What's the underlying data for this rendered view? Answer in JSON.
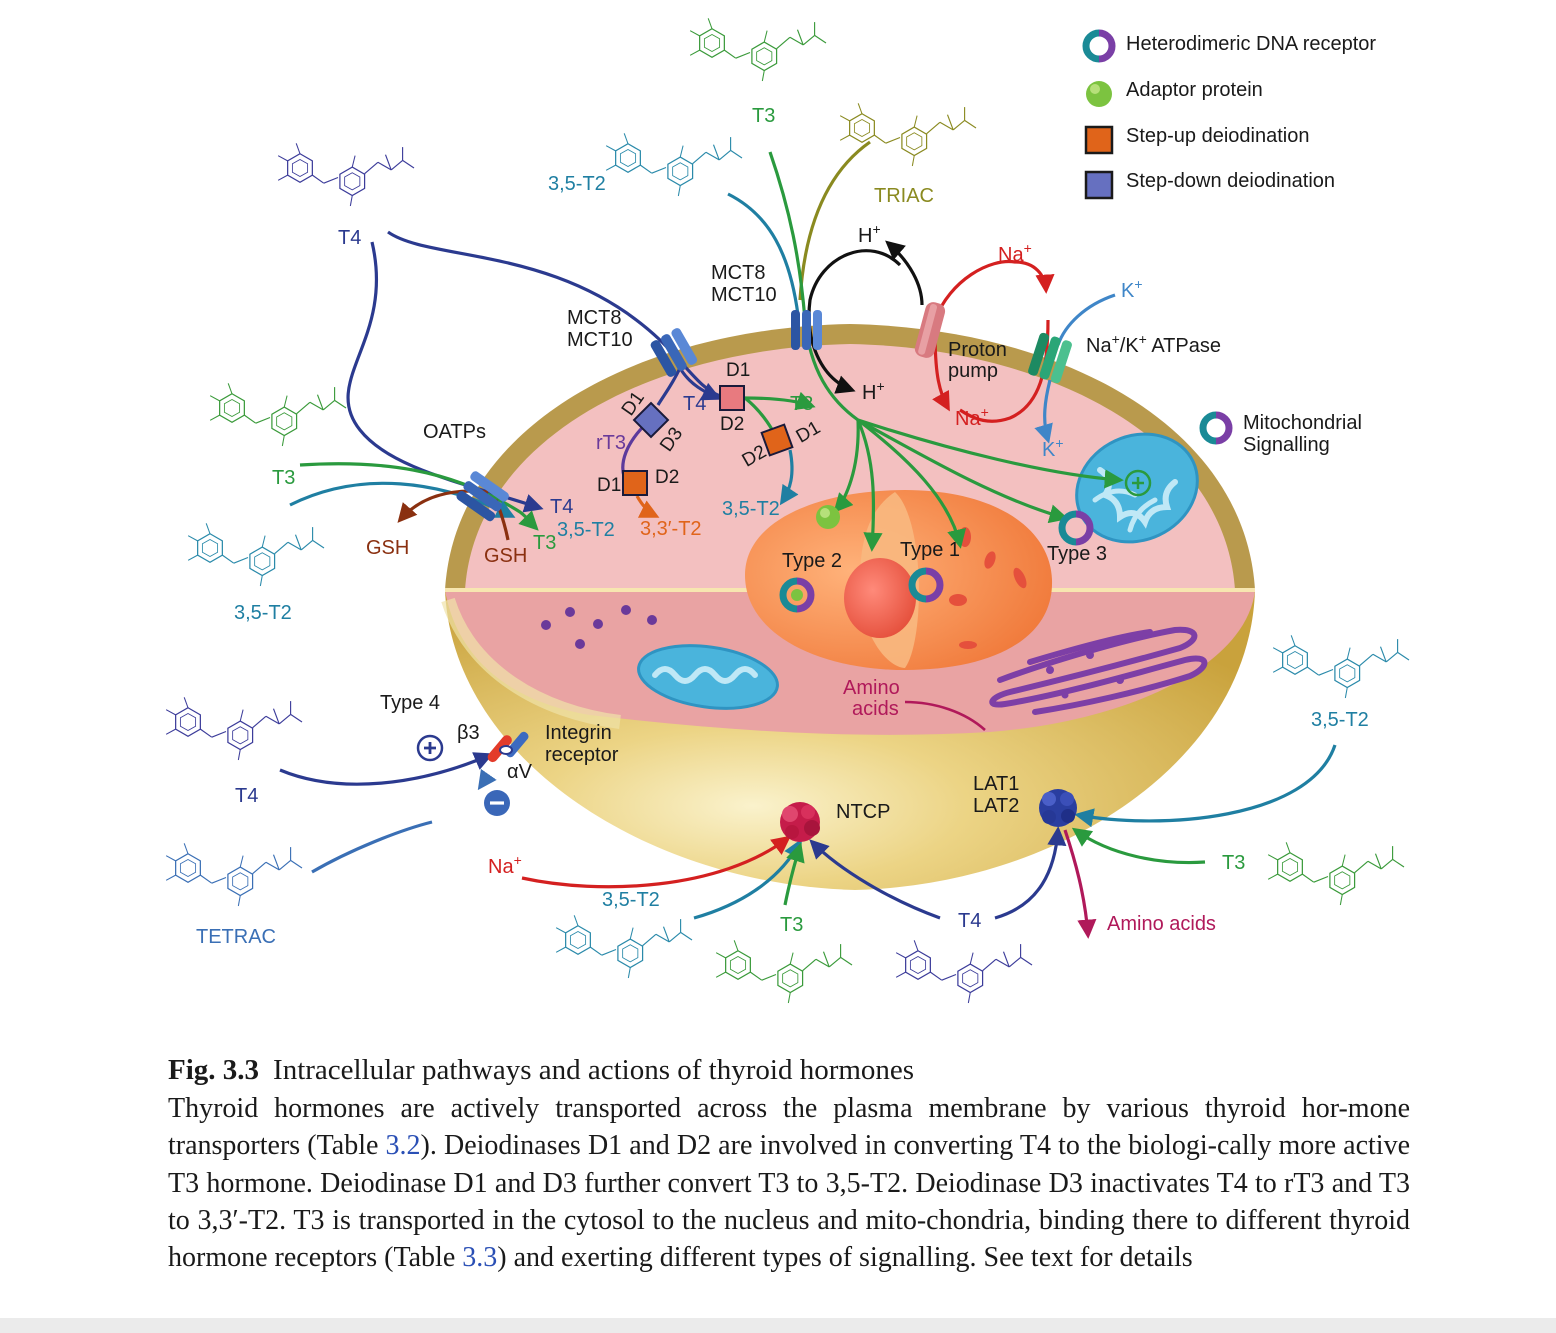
{
  "colors": {
    "t4": "#2b3a8f",
    "t3": "#2a9a3e",
    "t2": "#1f7fa2",
    "triac": "#8a8a20",
    "tetrac": "#3a6fb5",
    "sodium": "#d42020",
    "potassium": "#3f86c8",
    "gsh": "#8a3010",
    "amino": "#b0195a",
    "stepup": "#e0641a",
    "stepdown": "#6670c0",
    "label": "#1a1a1a"
  },
  "legend": [
    {
      "icon": "heterodimeric-receptor-icon",
      "label": "Heterodimeric DNA receptor"
    },
    {
      "icon": "adaptor-protein-icon",
      "label": "Adaptor protein"
    },
    {
      "icon": "step-up-square-icon",
      "label": "Step-up deiodination"
    },
    {
      "icon": "step-down-square-icon",
      "label": "Step-down deiodination"
    }
  ],
  "labels": {
    "t3_top": "T3",
    "triac": "TRIAC",
    "t2_top": "3,5-T2",
    "t4_topleft": "T4",
    "t3_left": "T3",
    "t2_left": "3,5-T2",
    "oatps": "OATPs",
    "gsh_out": "GSH",
    "gsh_in": "GSH",
    "oatp_t4": "T4",
    "oatp_t3": "T3",
    "oatp_t2": "3,5-T2",
    "mct_left_1": "MCT8",
    "mct_left_2": "MCT10",
    "mct_right_1": "MCT8",
    "mct_right_2": "MCT10",
    "h_plus_top": "H",
    "h_plus_bottom": "H",
    "na_top": "Na",
    "na_bottom": "Na",
    "k_top": "K",
    "k_bottom": "K",
    "proton_pump_1": "Proton",
    "proton_pump_2": "pump",
    "atpase_1": "Na",
    "atpase_2": "/K",
    "atpase_3": " ATPase",
    "mito_signal_1": "Mitochondrial",
    "mito_signal_2": "Signalling",
    "d1_a": "D1",
    "d3_a": "D3",
    "d1_b": "D1",
    "d2_b": "D2",
    "d1_c": "D1",
    "d2_c": "D2",
    "d1_d": "D1",
    "d2_d": "D2",
    "t4_cyto": "T4",
    "t3_cyto": "T3",
    "rt3": "rT3",
    "t2_330": "3,3′-T2",
    "t2_cyto": "3,5-T2",
    "type1": "Type 1",
    "type2": "Type 2",
    "type3": "Type 3",
    "type4": "Type 4",
    "beta3": "β3",
    "alphav": "αV",
    "integrin_1": "Integrin",
    "integrin_2": "receptor",
    "t4_left_low": "T4",
    "tetrac": "TETRAC",
    "amino_in_1": "Amino",
    "amino_in_2": "acids",
    "ntcp": "NTCP",
    "lat_1": "LAT1",
    "lat_2": "LAT2",
    "na_ntcp": "Na",
    "t2_ntcp": "3,5-T2",
    "t3_ntcp": "T3",
    "t4_ntcp": "T4",
    "t2_right": "3,5-T2",
    "t3_right": "T3",
    "amino_out": "Amino acids",
    "plus": "+",
    "superplus": "+"
  },
  "caption": {
    "fig_number": "Fig. 3.3",
    "title": "Intracellular pathways and actions of thyroid hormones",
    "body_1": "Thyroid hormones are actively transported across the plasma membrane by various thyroid hor-mone transporters (Table ",
    "ref_1": "3.2",
    "body_2": "). Deiodinases D1 and D2 are involved in converting T4 to the biologi-cally more active T3 hormone. Deiodinase D1 and D3 further convert T3 to 3,5-T2. Deiodinase D3 inactivates T4 to rT3 and T3 to 3,3′-T2. T3 is transported in the cytosol to the nucleus and mito-chondria, binding there to different thyroid hormone receptors (Table ",
    "ref_2": "3.3",
    "body_3": ") and exerting different types of signalling. See text for details"
  }
}
